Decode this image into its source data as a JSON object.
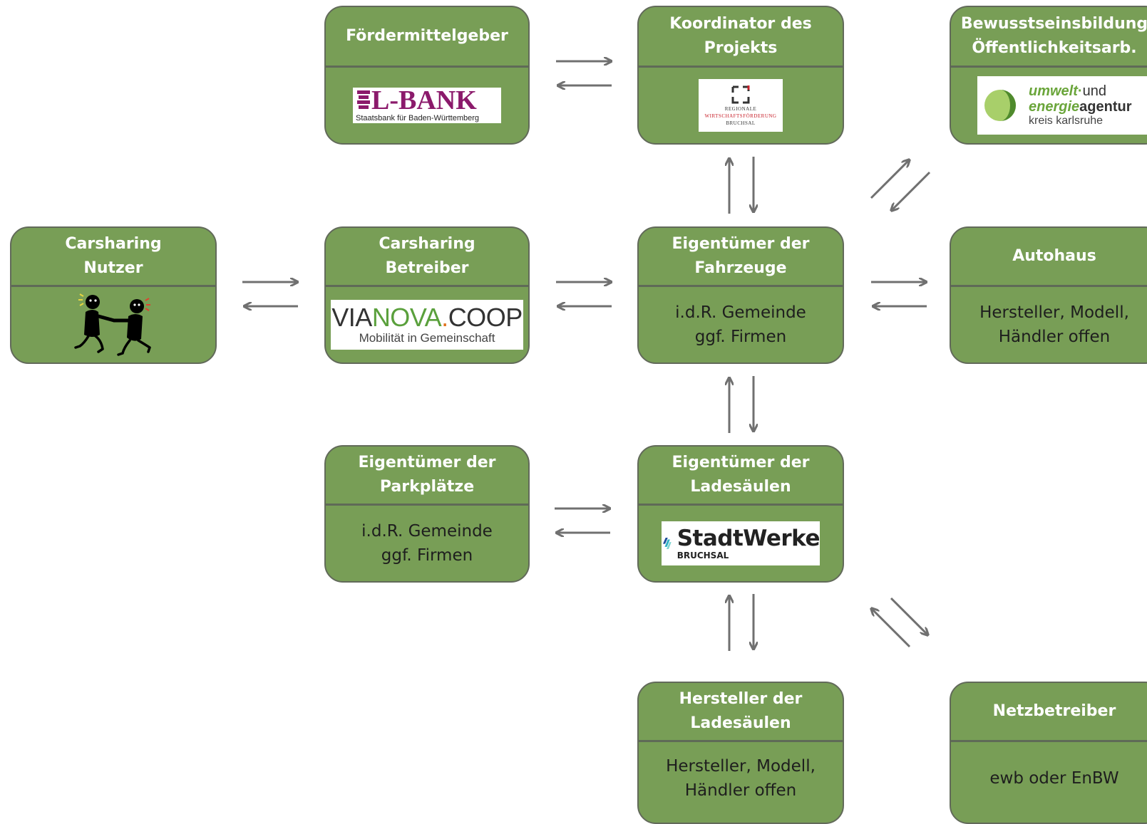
{
  "nodes": {
    "foerdermittelgeber": {
      "title": [
        "Fördermittelgeber"
      ],
      "logo": {
        "main": "L-BANK",
        "sub": "Staatsbank für Baden-Württemberg"
      }
    },
    "koordinator": {
      "title": [
        "Koordinator des",
        "Projekts"
      ],
      "logo": {
        "lines": [
          "REGIONALE",
          "WIRTSCHAFTSFÖRDERUNG",
          "BRUCHSAL"
        ]
      }
    },
    "bewusstseinsbildung": {
      "title": [
        "Bewusstseinsbildung",
        "Öffentlichkeitsarb."
      ],
      "logo": {
        "word1": "umwelt",
        "sep": "·",
        "word2": "und",
        "word3": "energie",
        "word4": "agentur",
        "line3": "kreis karlsruhe"
      }
    },
    "carsharing_nutzer": {
      "title": [
        "Carsharing",
        "Nutzer"
      ]
    },
    "carsharing_betreiber": {
      "title": [
        "Carsharing",
        "Betreiber"
      ],
      "logo": {
        "via": "VIA",
        "nova": "NOVA",
        "dot": ".",
        "coop": "COOP",
        "sub": "Mobilität in Gemeinschaft"
      }
    },
    "eigentuemer_fahrzeuge": {
      "title": [
        "Eigentümer der",
        "Fahrzeuge"
      ],
      "body": [
        "i.d.R. Gemeinde",
        "ggf. Firmen"
      ]
    },
    "autohaus": {
      "title": [
        "Autohaus"
      ],
      "body": [
        "Hersteller, Modell,",
        "Händler offen"
      ]
    },
    "eigentuemer_parkplaetze": {
      "title": [
        "Eigentümer der",
        "Parkplätze"
      ],
      "body": [
        "i.d.R. Gemeinde",
        "ggf. Firmen"
      ]
    },
    "eigentuemer_ladesaeulen": {
      "title": [
        "Eigentümer der",
        "Ladesäulen"
      ],
      "logo": {
        "main": "StadtWerke",
        "sub": "BRUCHSAL"
      }
    },
    "hersteller_ladesaeulen": {
      "title": [
        "Hersteller der",
        "Ladesäulen"
      ],
      "body": [
        "Hersteller, Modell,",
        "Händler offen"
      ]
    },
    "netzbetreiber": {
      "title": [
        "Netzbetreiber"
      ],
      "body": [
        "ewb oder EnBW"
      ]
    }
  },
  "colors": {
    "box_fill": "#789e56",
    "box_border": "#626a5a",
    "arrow": "#707070"
  }
}
